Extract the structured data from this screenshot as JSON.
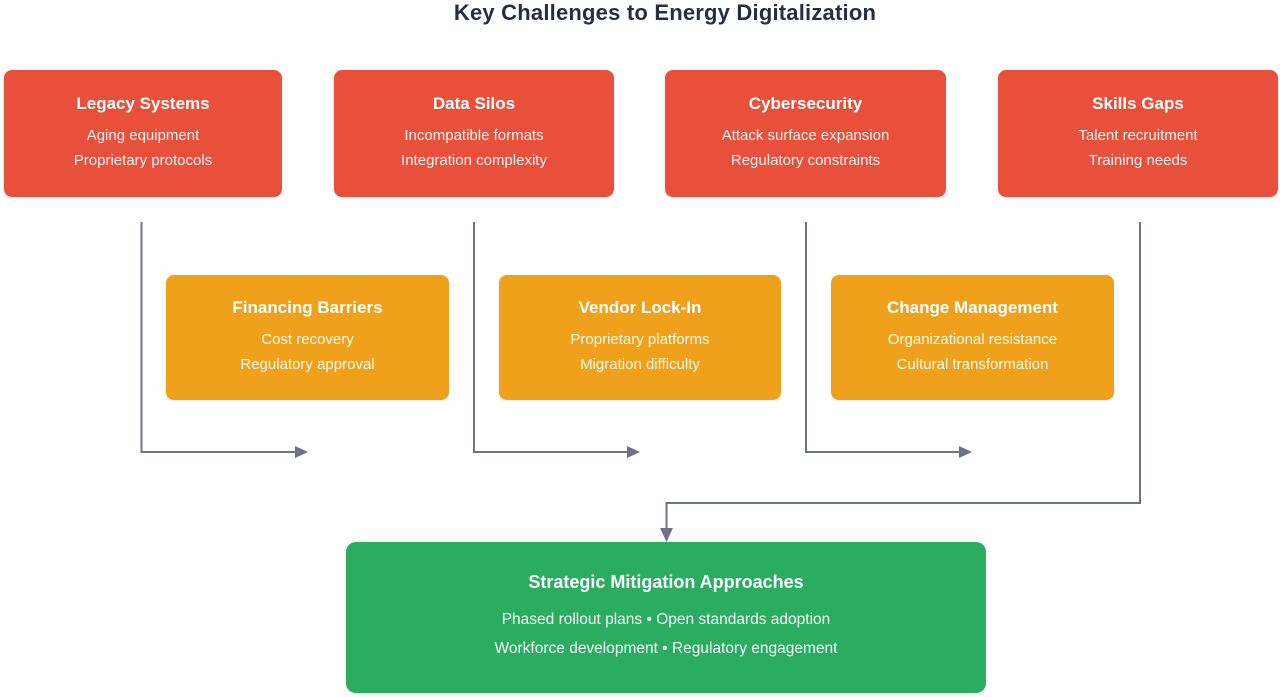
{
  "title": "Key Challenges to Energy Digitalization",
  "colors": {
    "challenge_box": "#e8503c",
    "barrier_box": "#f0a11c",
    "mitigation_box": "#2aad60",
    "connector": "#6e7287",
    "title_text": "#282e42"
  },
  "challenges": [
    {
      "title": "Legacy Systems",
      "items": [
        "Aging equipment",
        "Proprietary protocols"
      ]
    },
    {
      "title": "Data Silos",
      "items": [
        "Incompatible formats",
        "Integration complexity"
      ]
    },
    {
      "title": "Cybersecurity",
      "items": [
        "Attack surface expansion",
        "Regulatory constraints"
      ]
    },
    {
      "title": "Skills Gaps",
      "items": [
        "Talent recruitment",
        "Training needs"
      ]
    }
  ],
  "barriers": [
    {
      "title": "Financing Barriers",
      "items": [
        "Cost recovery",
        "Regulatory approval"
      ]
    },
    {
      "title": "Vendor Lock-In",
      "items": [
        "Proprietary platforms",
        "Migration difficulty"
      ]
    },
    {
      "title": "Change Management",
      "items": [
        "Organizational resistance",
        "Cultural transformation"
      ]
    }
  ],
  "mitigation": {
    "title": "Strategic Mitigation Approaches",
    "items": [
      "Phased rollout plans • Open standards adoption",
      "Workforce development • Regulatory engagement"
    ]
  }
}
